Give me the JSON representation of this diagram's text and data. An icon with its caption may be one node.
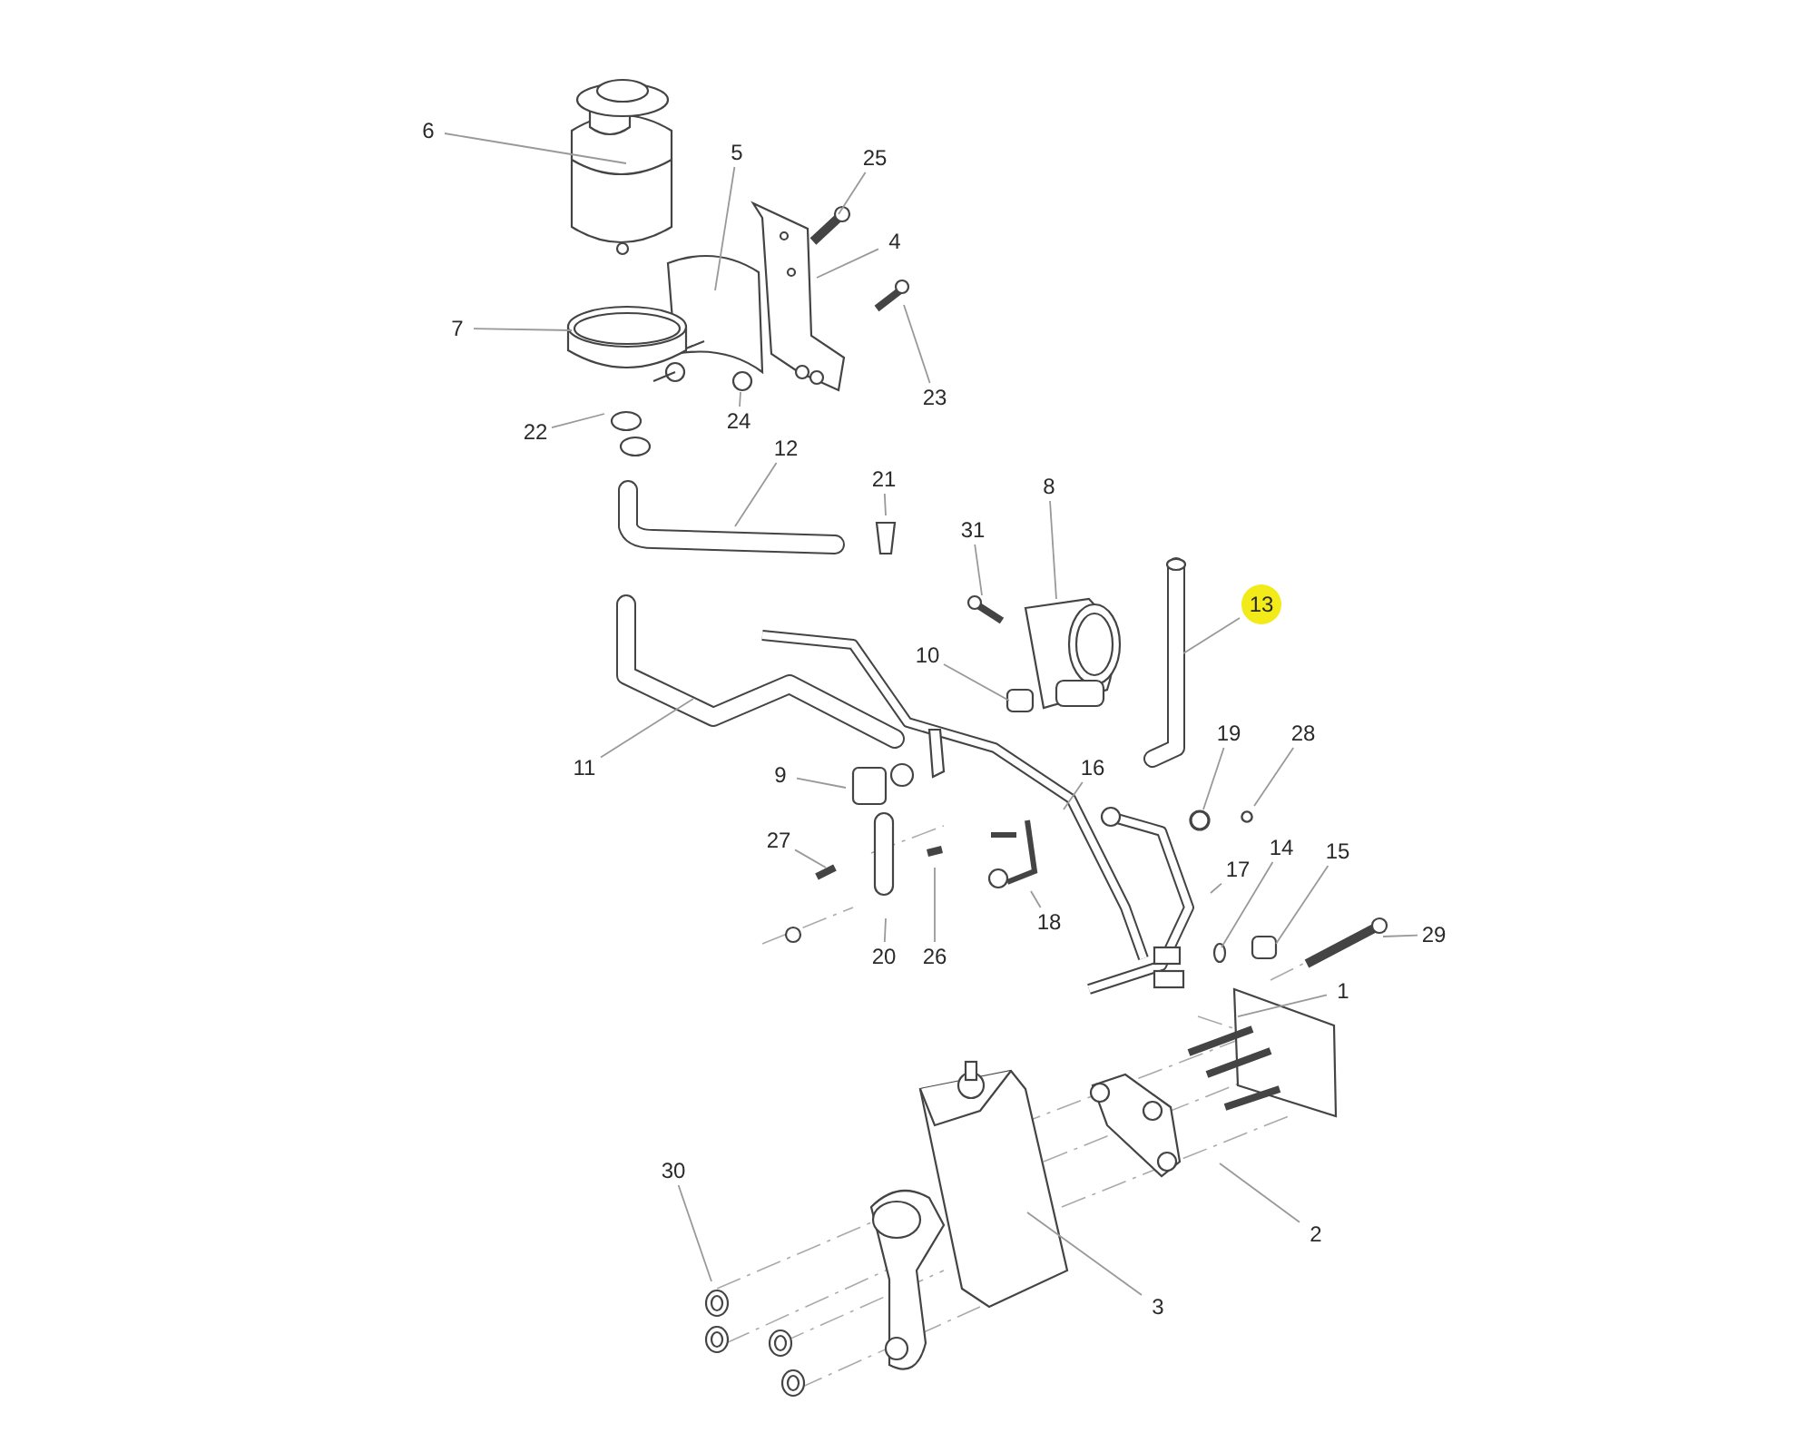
{
  "diagram": {
    "nodes": [
      {
        "text": [
          "6"
        ]
      },
      {
        "text": [
          "5"
        ]
      },
      {
        "text": [
          "25"
        ]
      },
      {
        "text": [
          "4"
        ]
      },
      {
        "text": [
          "7"
        ]
      },
      {
        "text": [
          "23"
        ]
      },
      {
        "text": [
          "22"
        ]
      },
      {
        "text": [
          "24"
        ]
      },
      {
        "text": [
          "12"
        ]
      },
      {
        "text": [
          "21"
        ]
      },
      {
        "text": [
          "8"
        ]
      },
      {
        "text": [
          "31"
        ]
      },
      {
        "text": [
          "13"
        ]
      },
      {
        "text": [
          "10"
        ]
      },
      {
        "text": [
          "11"
        ]
      },
      {
        "text": [
          "19"
        ]
      },
      {
        "text": [
          "28"
        ]
      },
      {
        "text": [
          "9"
        ]
      },
      {
        "text": [
          "16"
        ]
      },
      {
        "text": [
          "27"
        ]
      },
      {
        "text": [
          "14"
        ]
      },
      {
        "text": [
          "15"
        ]
      },
      {
        "text": [
          "17"
        ]
      },
      {
        "text": [
          "18"
        ]
      },
      {
        "text": [
          "20"
        ]
      },
      {
        "text": [
          "26"
        ]
      },
      {
        "text": [
          "29"
        ]
      },
      {
        "text": [
          "1"
        ]
      },
      {
        "text": [
          "2"
        ]
      },
      {
        "text": [
          "3"
        ]
      },
      {
        "text": [
          "30"
        ]
      },
      {
        "text": [],
        "shape": "circle"
      },
      {
        "text": [],
        "shape": "circle"
      }
    ],
    "edges": [
      {
        "from": 0,
        "to": null,
        "arrow": "none"
      },
      {
        "from": 1,
        "to": null,
        "arrow": "none"
      },
      {
        "from": 2,
        "to": null,
        "arrow": "none"
      },
      {
        "from": 3,
        "to": null,
        "arrow": "none"
      },
      {
        "from": 4,
        "to": null,
        "arrow": "none"
      },
      {
        "from": 5,
        "to": null,
        "arrow": "none"
      },
      {
        "from": 6,
        "to": null,
        "arrow": "none"
      },
      {
        "from": 7,
        "to": null,
        "arrow": "none"
      },
      {
        "from": 8,
        "to": null,
        "arrow": "none"
      },
      {
        "from": 9,
        "to": null,
        "arrow": "none"
      },
      {
        "from": 10,
        "to": null,
        "arrow": "none"
      },
      {
        "from": 11,
        "to": null,
        "arrow": "none"
      },
      {
        "from": 12,
        "to": null,
        "arrow": "none"
      },
      {
        "from": 13,
        "to": null,
        "arrow": "none"
      },
      {
        "from": 14,
        "to": null,
        "arrow": "none"
      },
      {
        "from": 15,
        "to": 31,
        "arrow": "none"
      },
      {
        "from": 16,
        "to": 32,
        "arrow": "none"
      },
      {
        "from": 17,
        "to": null,
        "arrow": "none"
      },
      {
        "from": 18,
        "to": null,
        "arrow": "none"
      },
      {
        "from": 19,
        "to": null,
        "arrow": "none"
      },
      {
        "from": 20,
        "to": null,
        "arrow": "none"
      },
      {
        "from": 21,
        "to": null,
        "arrow": "none"
      },
      {
        "from": 22,
        "to": null,
        "arrow": "none"
      },
      {
        "from": 23,
        "to": null,
        "arrow": "none"
      },
      {
        "from": 24,
        "to": null,
        "arrow": "none"
      },
      {
        "from": 25,
        "to": null,
        "arrow": "none"
      },
      {
        "from": 26,
        "to": null,
        "arrow": "none"
      },
      {
        "from": 27,
        "to": null,
        "arrow": "none"
      },
      {
        "from": 28,
        "to": null,
        "arrow": "none"
      },
      {
        "from": 29,
        "to": null,
        "arrow": "none"
      },
      {
        "from": 30,
        "to": null,
        "arrow": "none"
      }
    ]
  }
}
